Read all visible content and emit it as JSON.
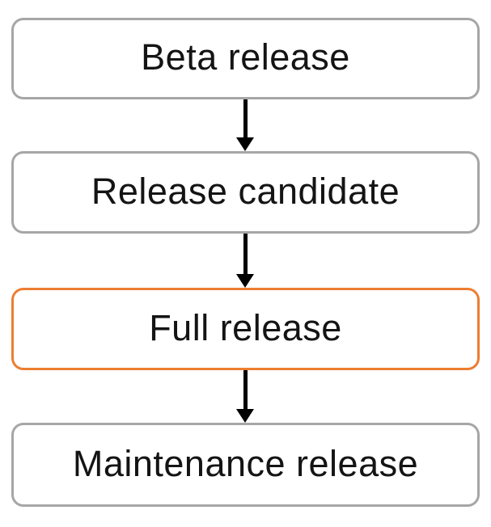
{
  "diagram": {
    "type": "flowchart",
    "direction": "top-down",
    "nodes": [
      {
        "label": "Beta release",
        "highlighted": false
      },
      {
        "label": "Release candidate",
        "highlighted": false
      },
      {
        "label": "Full release",
        "highlighted": true
      },
      {
        "label": "Maintenance release",
        "highlighted": false
      }
    ],
    "edges": [
      {
        "from": "Beta release",
        "to": "Release candidate"
      },
      {
        "from": "Release candidate",
        "to": "Full release"
      },
      {
        "from": "Full release",
        "to": "Maintenance release"
      }
    ],
    "colors": {
      "node_border": "#a6a6a6",
      "highlight_border": "#ed7d31",
      "arrow": "#000000",
      "node_fill": "#ffffff",
      "text": "#141414",
      "background": "#ffffff"
    }
  }
}
